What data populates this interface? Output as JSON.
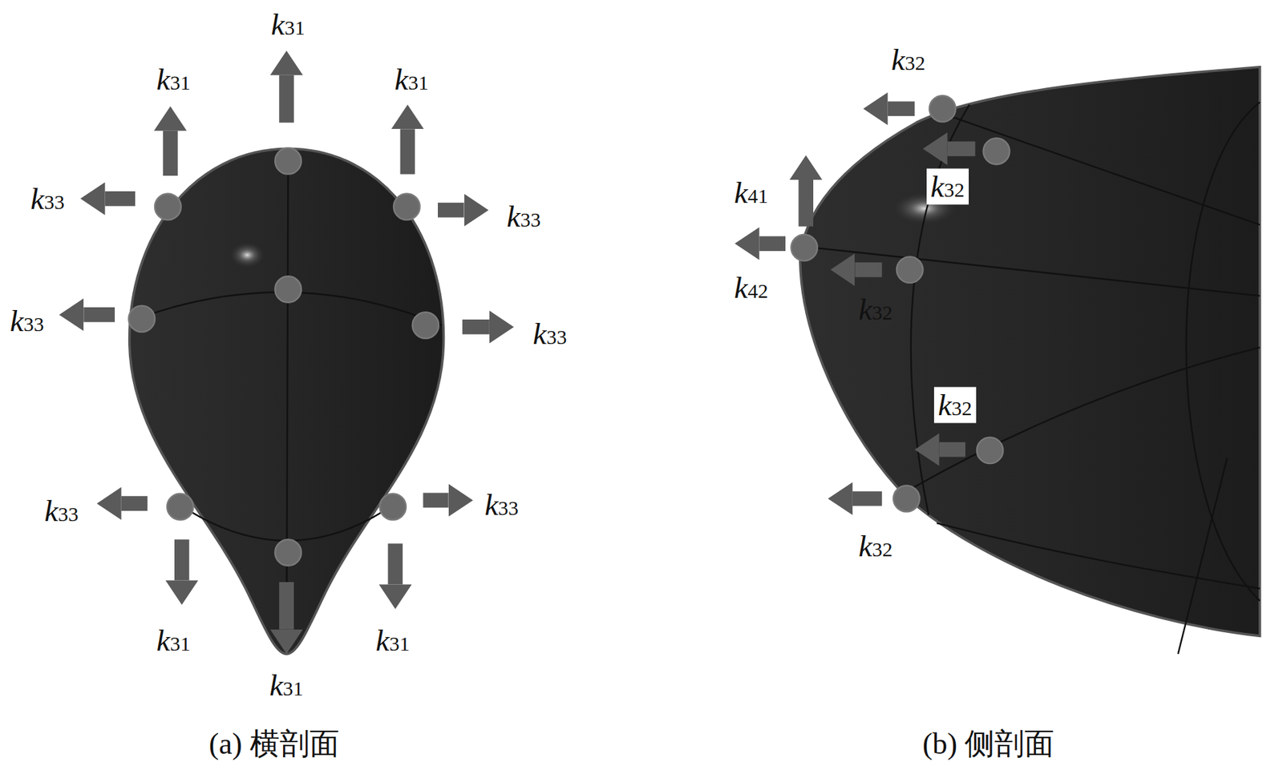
{
  "diagram": {
    "labels": [
      "k31",
      "k31",
      "k31",
      "k33",
      "k33",
      "k33",
      "k33",
      "k33",
      "k33",
      "k31",
      "k31",
      "k31",
      "k32",
      "k32",
      "k41",
      "k42",
      "k32",
      "k32",
      "k32",
      "(a) 横剖面",
      "(b) 侧剖面"
    ]
  }
}
